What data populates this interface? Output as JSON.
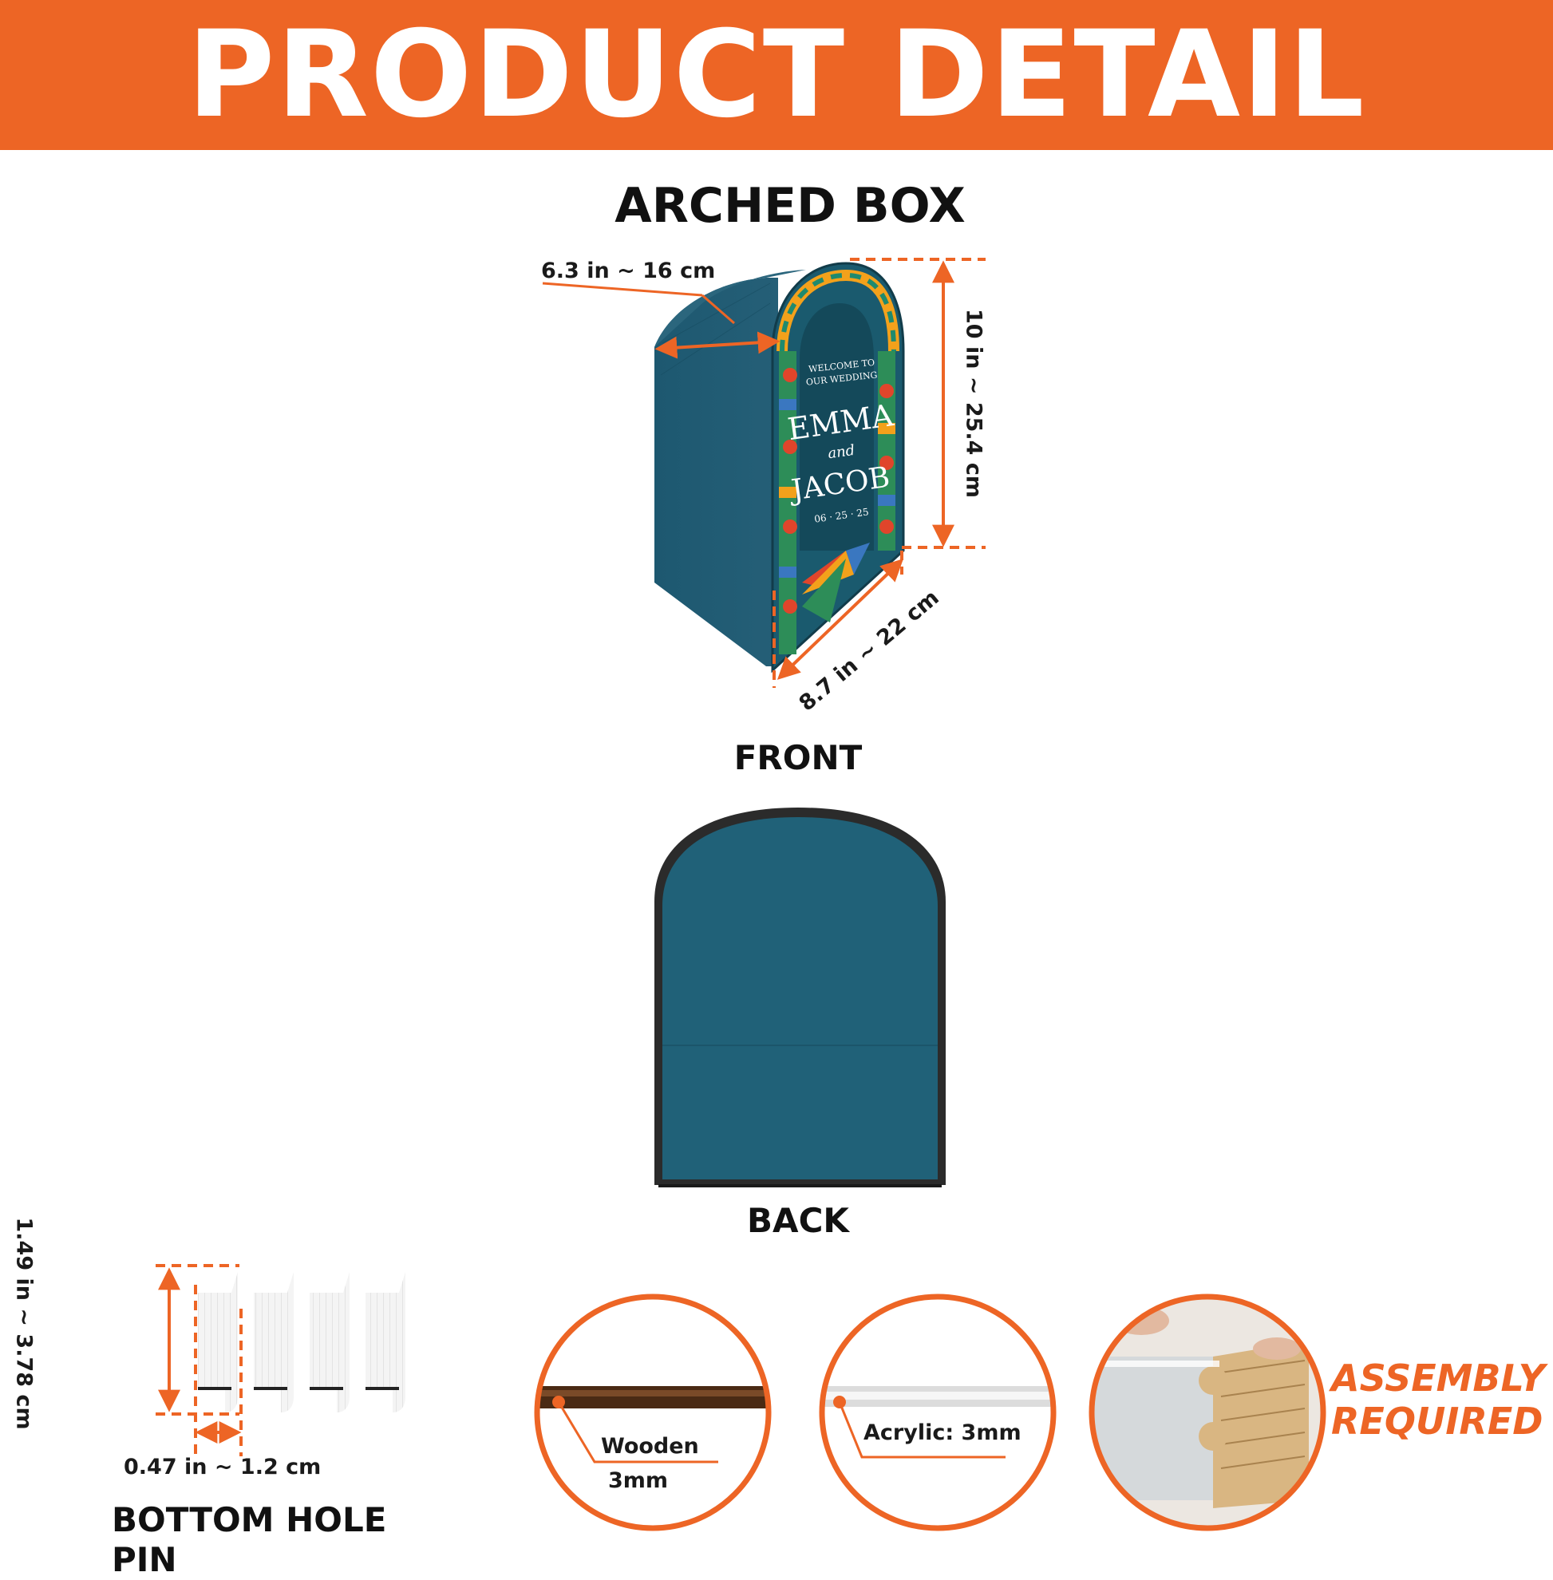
{
  "header": {
    "title": "PRODUCT DETAIL"
  },
  "product": {
    "name": "ARCHED BOX",
    "front_label": "FRONT",
    "back_label": "BACK",
    "dimensions": {
      "depth": "6.3 in ~ 16 cm",
      "height": "10 in ~ 25.4 cm",
      "width": "8.7 in ~ 22 cm"
    },
    "design": {
      "welcome": "WELCOME TO",
      "wedding": "OUR WEDDING",
      "name1": "EMMA",
      "and": "and",
      "name2": "JACOB",
      "date": "06 · 25 · 25"
    }
  },
  "pin": {
    "label": "BOTTOM HOLE PIN",
    "height": "1.49 in ~ 3.78 cm",
    "width": "0.47 in ~ 1.2 cm"
  },
  "materials": {
    "wood_label": "Wooden",
    "wood_thickness": "3mm",
    "acrylic_label": "Acrylic: 3mm"
  },
  "assembly": {
    "line1": "ASSEMBLY",
    "line2": "REQUIRED"
  },
  "colors": {
    "accent": "#ed6525",
    "box_teal": "#1f5a70",
    "text": "#111111"
  }
}
